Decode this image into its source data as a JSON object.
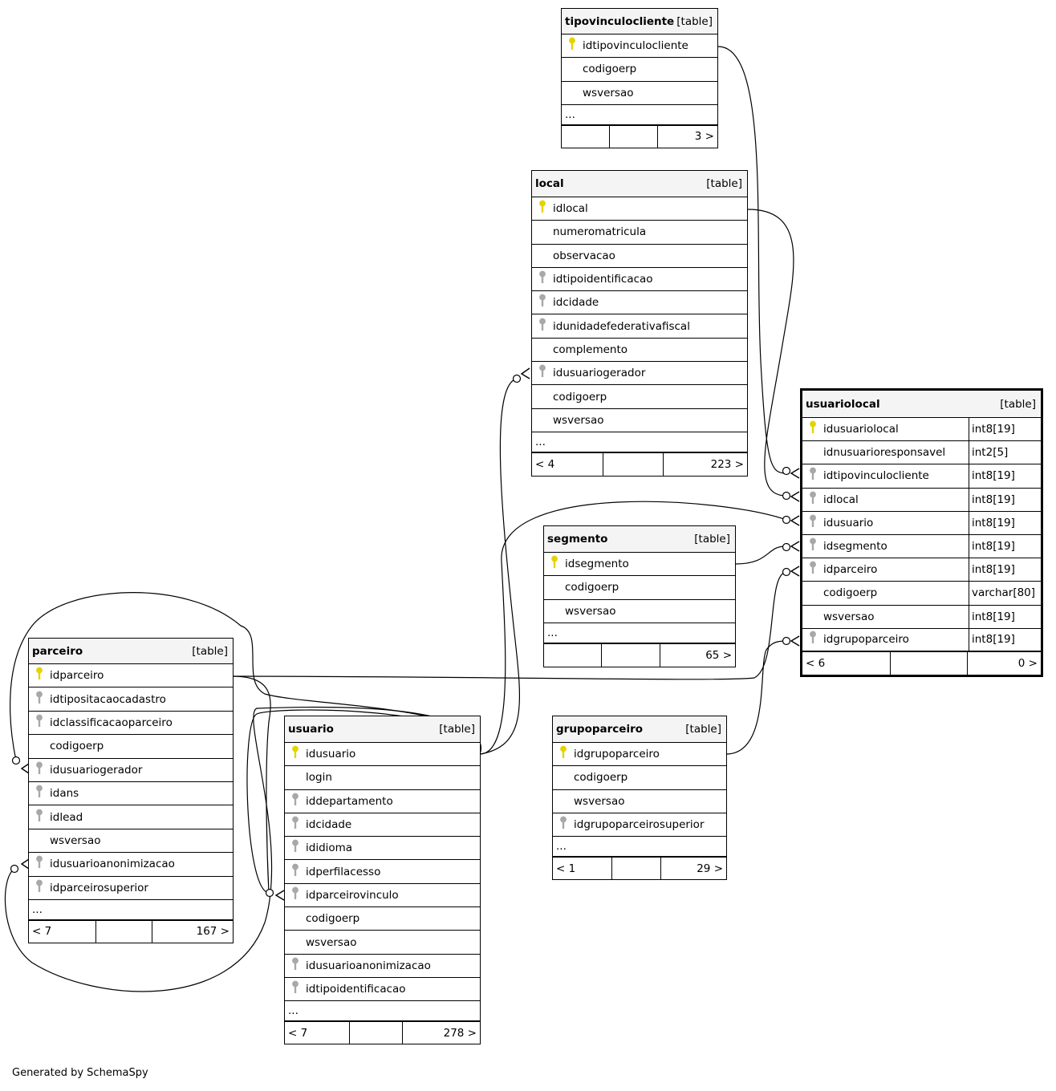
{
  "tables": {
    "tipovinculocliente": {
      "name": "tipovinculocliente",
      "kind": "[table]",
      "columns": [
        "idtipovinculocliente",
        "codigoerp",
        "wsversao"
      ],
      "more": "...",
      "footer": [
        "",
        "",
        "3 >"
      ]
    },
    "local": {
      "name": "local",
      "kind": "[table]",
      "columns": [
        "idlocal",
        "numeromatricula",
        "observacao",
        "idtipoidentificacao",
        "idcidade",
        "idunidadefederativafiscal",
        "complemento",
        "idusuariogerador",
        "codigoerp",
        "wsversao"
      ],
      "more": "...",
      "footer": [
        "< 4",
        "",
        "223 >"
      ]
    },
    "segmento": {
      "name": "segmento",
      "kind": "[table]",
      "columns": [
        "idsegmento",
        "codigoerp",
        "wsversao"
      ],
      "more": "...",
      "footer": [
        "",
        "",
        "65 >"
      ]
    },
    "usuariolocal": {
      "name": "usuariolocal",
      "kind": "[table]",
      "columns": [
        "idusuariolocal",
        "idnusuarioresponsavel",
        "idtipovinculocliente",
        "idlocal",
        "idusuario",
        "idsegmento",
        "idparceiro",
        "codigoerp",
        "wsversao",
        "idgrupoparceiro"
      ],
      "types": [
        "int8[19]",
        "int2[5]",
        "int8[19]",
        "int8[19]",
        "int8[19]",
        "int8[19]",
        "int8[19]",
        "varchar[80]",
        "int8[19]",
        "int8[19]"
      ],
      "footer": [
        "< 6",
        "",
        "0 >"
      ]
    },
    "parceiro": {
      "name": "parceiro",
      "kind": "[table]",
      "columns": [
        "idparceiro",
        "idtipositacaocadastro",
        "idclassificacaoparceiro",
        "codigoerp",
        "idusuariogerador",
        "idans",
        "idlead",
        "wsversao",
        "idusuarioanonimizacao",
        "idparceirosuperior"
      ],
      "more": "...",
      "footer": [
        "< 7",
        "",
        "167 >"
      ]
    },
    "usuario": {
      "name": "usuario",
      "kind": "[table]",
      "columns": [
        "idusuario",
        "login",
        "iddepartamento",
        "idcidade",
        "ididioma",
        "idperfilacesso",
        "idparceirovinculo",
        "codigoerp",
        "wsversao",
        "idusuarioanonimizacao",
        "idtipoidentificacao"
      ],
      "more": "...",
      "footer": [
        "< 7",
        "",
        "278 >"
      ]
    },
    "grupoparceiro": {
      "name": "grupoparceiro",
      "kind": "[table]",
      "columns": [
        "idgrupoparceiro",
        "codigoerp",
        "wsversao",
        "idgrupoparceirosuperior"
      ],
      "more": "...",
      "footer": [
        "< 1",
        "",
        "29 >"
      ]
    }
  },
  "generated_by": "Generated by SchemaSpy",
  "colors": {
    "primary_key": "#e6d200",
    "foreign_key": "#a8a8a8",
    "header_bg": "#f4f4f4",
    "line": "#000000"
  }
}
